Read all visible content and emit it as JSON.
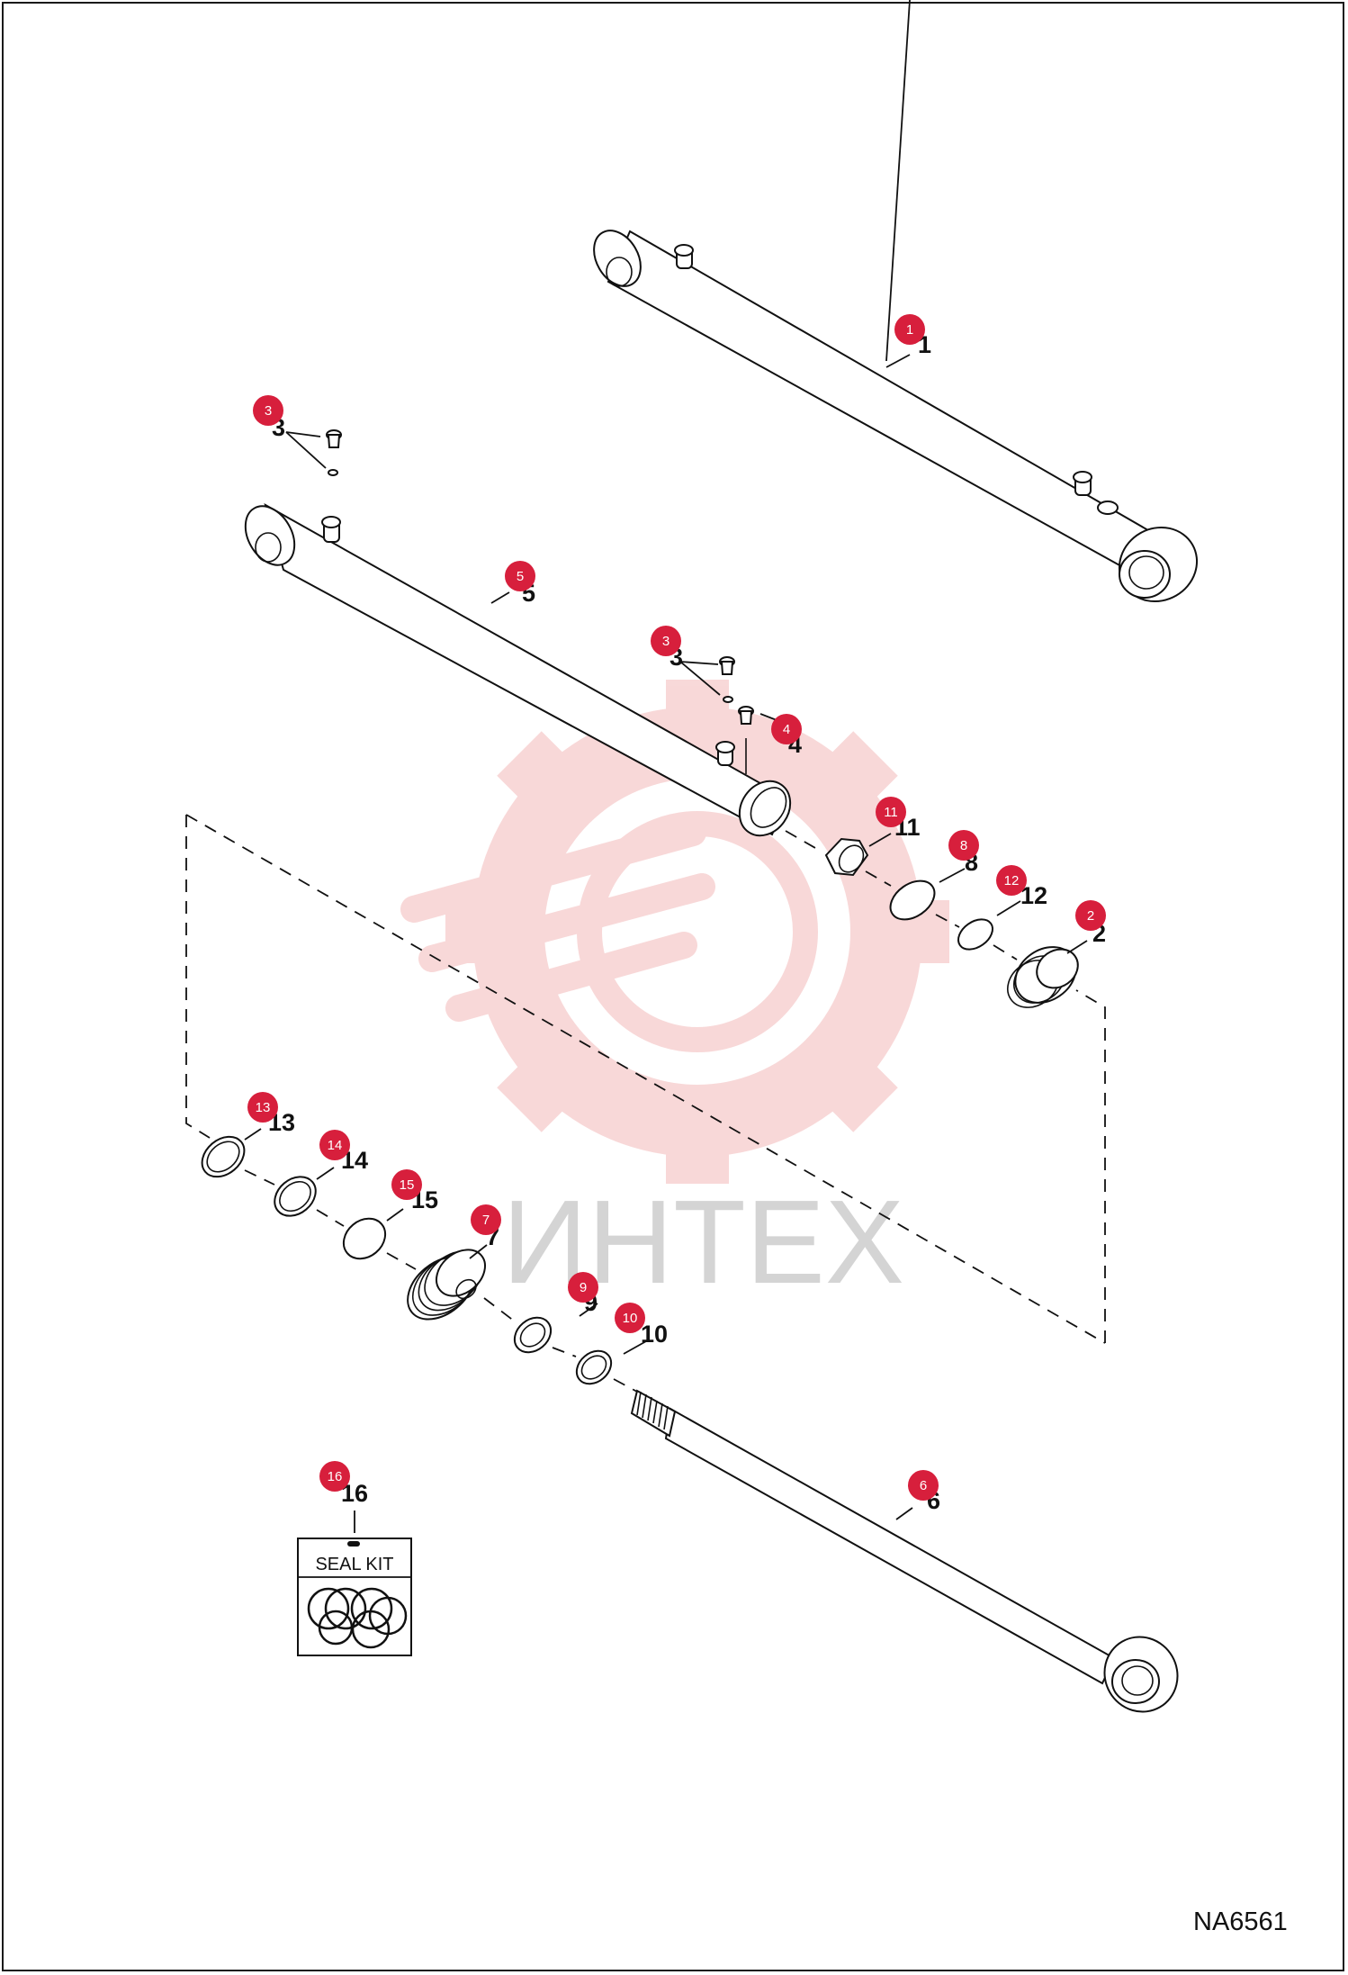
{
  "drawing_code": "NA6561",
  "watermark": {
    "text": "ИНТЕХ",
    "color": "#f3b9b9"
  },
  "seal_kit": {
    "label": "SEAL KIT"
  },
  "badge_color": "#d71f3c",
  "callouts": [
    {
      "n": "1"
    },
    {
      "n": "2"
    },
    {
      "n": "3"
    },
    {
      "n": "3"
    },
    {
      "n": "4"
    },
    {
      "n": "5"
    },
    {
      "n": "6"
    },
    {
      "n": "7"
    },
    {
      "n": "8"
    },
    {
      "n": "9"
    },
    {
      "n": "10"
    },
    {
      "n": "11"
    },
    {
      "n": "12"
    },
    {
      "n": "13"
    },
    {
      "n": "14"
    },
    {
      "n": "15"
    },
    {
      "n": "16"
    }
  ]
}
